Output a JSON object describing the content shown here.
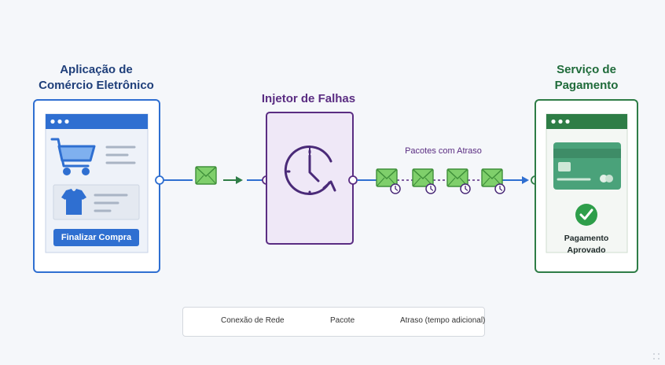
{
  "ecommerce": {
    "title_line1": "Aplicação de",
    "title_line2": "Comércio Eletrônico",
    "button_label": "Finalizar Compra"
  },
  "injector": {
    "title": "Injetor de Falhas"
  },
  "delay": {
    "label": "Pacotes com Atraso"
  },
  "payment": {
    "title_line1": "Serviço de",
    "title_line2": "Pagamento",
    "status_line1": "Pagamento",
    "status_line2": "Aprovado"
  },
  "legend": {
    "connection": "Conexão de Rede",
    "packet": "Pacote",
    "delay": "Atraso (tempo adicional)"
  },
  "colors": {
    "blue": "#2f6fd1",
    "purple": "#5a2d82",
    "green": "#2e7d46",
    "packet_fill": "#7fcf6b"
  }
}
